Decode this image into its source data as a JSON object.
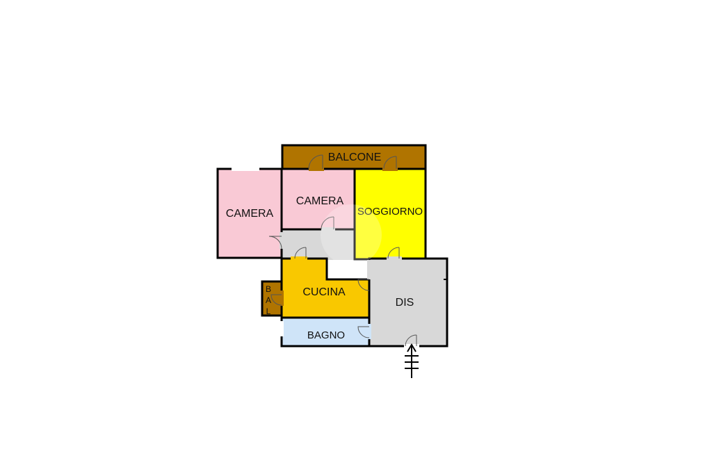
{
  "rooms": {
    "balcone": {
      "label": "BALCONE",
      "color": "#b07400"
    },
    "camera_left": {
      "label": "CAMERA",
      "color": "#f9c9d5"
    },
    "camera_right": {
      "label": "CAMERA",
      "color": "#f9c9d5"
    },
    "soggiorno": {
      "label": "SOGGIORNO",
      "color": "#ffff00"
    },
    "dis": {
      "label": "DIS",
      "color": "#d8d8d8"
    },
    "cucina": {
      "label": "CUCINA",
      "color": "#f9c800"
    },
    "bagno": {
      "label": "BAGNO",
      "color": "#cfe4f8"
    },
    "bal": {
      "letters": [
        "B",
        "A",
        "L"
      ],
      "color": "#b07400"
    }
  },
  "colors": {
    "wall": "#000000",
    "hallway": "#d8d8d8"
  },
  "symbols": {
    "entrance": "entrance-stairs-arrow"
  }
}
